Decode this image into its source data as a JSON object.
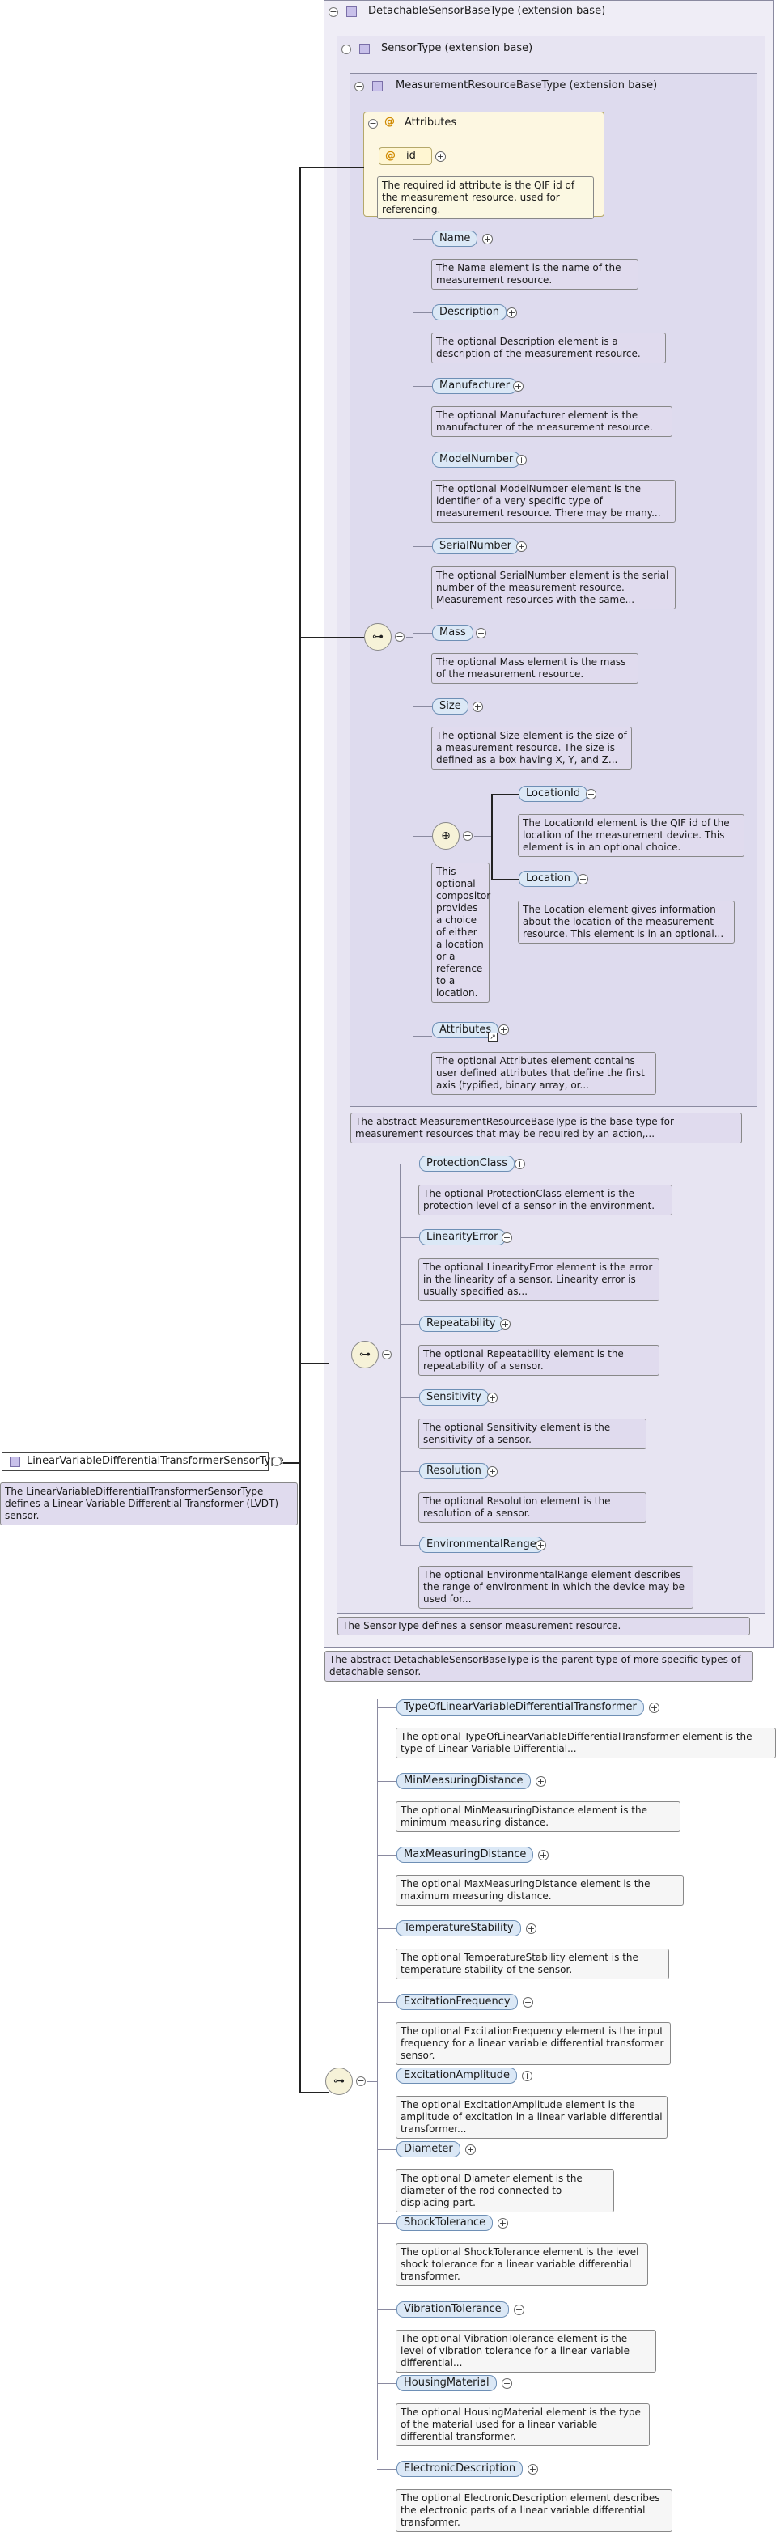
{
  "root": {
    "name": "LinearVariableDifferentialTransformerSensorType",
    "doc": "The LinearVariableDifferentialTransformerSensorType defines a Linear Variable Differential Transformer (LVDT) sensor."
  },
  "ext1": {
    "title": "DetachableSensorBaseType (extension base)",
    "doc": "The abstract DetachableSensorBaseType is the parent type of more specific types of detachable sensor."
  },
  "ext2": {
    "title": "SensorType (extension base)",
    "doc": "The SensorType defines a sensor measurement resource."
  },
  "ext3": {
    "title": "MeasurementResourceBaseType (extension base)",
    "doc": "The abstract MeasurementResourceBaseType is the base type for measurement resources that may be required by an action,..."
  },
  "attributes": {
    "title": "Attributes",
    "id_label": "id",
    "id_doc": "The required id attribute is the QIF id of the measurement resource, used for referencing."
  },
  "mrb_elements": [
    {
      "name": "Name",
      "doc": "The Name element is the name of the measurement resource."
    },
    {
      "name": "Description",
      "doc": "The optional Description element is a description of the measurement resource."
    },
    {
      "name": "Manufacturer",
      "doc": "The optional Manufacturer element is the manufacturer of the measurement resource."
    },
    {
      "name": "ModelNumber",
      "doc": "The optional ModelNumber element is the identifier of a very specific type of measurement resource. There may be many..."
    },
    {
      "name": "SerialNumber",
      "doc": "The optional SerialNumber element is the serial number of the measurement resource. Measurement resources with the same..."
    },
    {
      "name": "Mass",
      "doc": "The optional Mass element is the mass of the measurement resource."
    },
    {
      "name": "Size",
      "doc": "The optional Size element is the size of a measurement resource. The size is defined as a box having X, Y, and Z..."
    }
  ],
  "choice": {
    "doc": "This optional compositor provides a choice of either a location or a reference to a location.",
    "items": [
      {
        "name": "LocationId",
        "doc": "The LocationId element is the QIF id of the location of the measurement device. This element is in an optional choice."
      },
      {
        "name": "Location",
        "doc": "The Location element gives information about the location of the measurement resource. This element is in an optional..."
      }
    ]
  },
  "mrb_attributes": {
    "name": "Attributes",
    "doc": "The optional Attributes element contains user defined attributes that define the first axis (typified, binary array, or..."
  },
  "sensor_elements": [
    {
      "name": "ProtectionClass",
      "doc": "The optional ProtectionClass element is the protection level of a sensor in the environment."
    },
    {
      "name": "LinearityError",
      "doc": "The optional LinearityError element is the error in the linearity of a sensor. Linearity error is usually specified as..."
    },
    {
      "name": "Repeatability",
      "doc": "The optional Repeatability element is the repeatability of a sensor."
    },
    {
      "name": "Sensitivity",
      "doc": "The optional Sensitivity element is the sensitivity of a sensor."
    },
    {
      "name": "Resolution",
      "doc": "The optional Resolution element is the resolution of a sensor."
    },
    {
      "name": "EnvironmentalRange",
      "doc": "The optional EnvironmentalRange element describes the range of environment in which the device may be used for..."
    }
  ],
  "lvdt_elements": [
    {
      "name": "TypeOfLinearVariableDifferentialTransformer",
      "doc": "The optional TypeOfLinearVariableDifferentialTransformer element is the type of Linear Variable Differential..."
    },
    {
      "name": "MinMeasuringDistance",
      "doc": "The optional MinMeasuringDistance element is the minimum measuring distance."
    },
    {
      "name": "MaxMeasuringDistance",
      "doc": "The optional MaxMeasuringDistance element is the maximum measuring distance."
    },
    {
      "name": "TemperatureStability",
      "doc": "The optional TemperatureStability element is the temperature stability of the sensor."
    },
    {
      "name": "ExcitationFrequency",
      "doc": "The optional ExcitationFrequency element is the input frequency for a linear variable differential transformer sensor."
    },
    {
      "name": "ExcitationAmplitude",
      "doc": "The optional ExcitationAmplitude element is the amplitude of excitation in a linear variable differential transformer..."
    },
    {
      "name": "Diameter",
      "doc": "The optional Diameter element is the diameter of the rod connected to displacing part."
    },
    {
      "name": "ShockTolerance",
      "doc": "The optional ShockTolerance element is the level shock tolerance for a linear variable differential transformer."
    },
    {
      "name": "VibrationTolerance",
      "doc": "The optional VibrationTolerance element is the level of vibration tolerance for a linear variable differential..."
    },
    {
      "name": "HousingMaterial",
      "doc": "The optional HousingMaterial element is the type of the material used for a linear variable differential transformer."
    },
    {
      "name": "ElectronicDescription",
      "doc": "The optional ElectronicDescription element describes the electronic parts of a linear variable differential transformer."
    }
  ],
  "icons": {
    "toggle": "minus-toggle-icon",
    "expand": "plus-expand-icon",
    "type": "complex-type-icon",
    "sequence": "sequence-compositor-icon",
    "choice": "choice-compositor-icon",
    "attribute": "at-sign-icon",
    "ref": "reference-arrow-icon"
  }
}
